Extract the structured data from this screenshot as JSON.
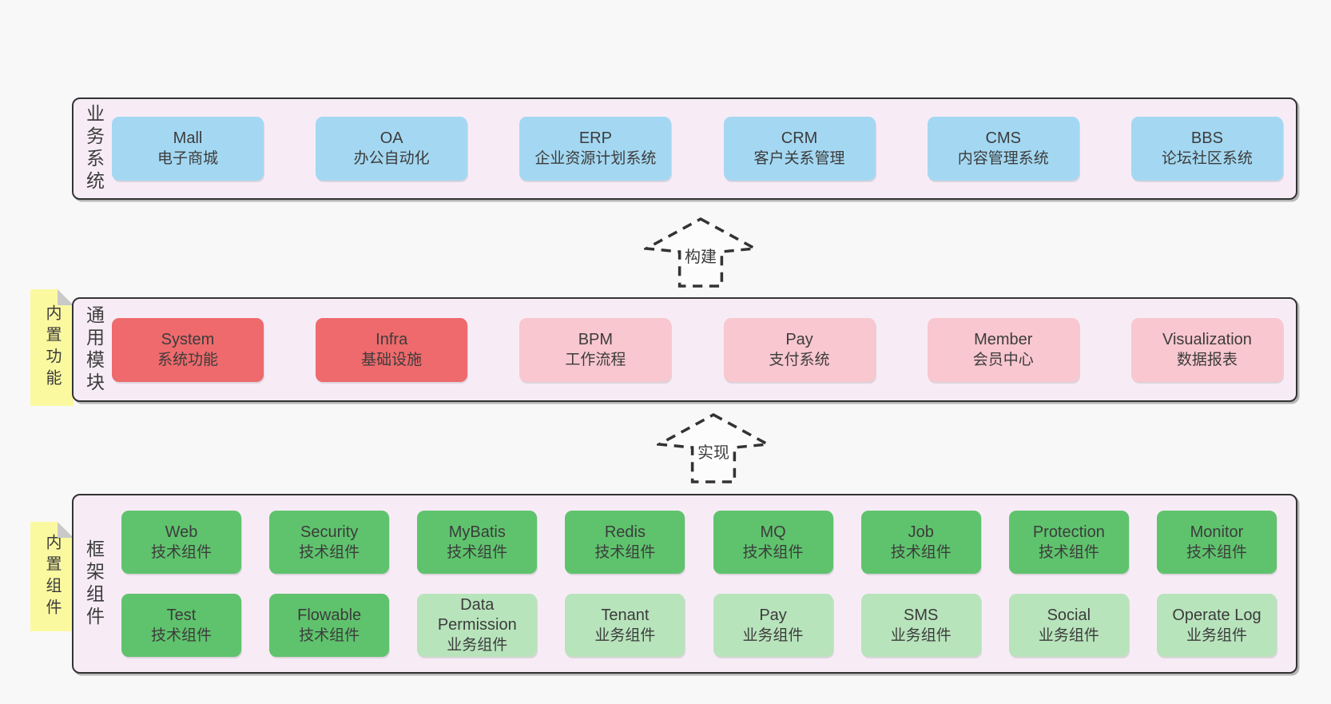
{
  "diagram": {
    "arrows": [
      {
        "label": "构建"
      },
      {
        "label": "实现"
      }
    ],
    "bands": [
      {
        "label": "业务系统",
        "sticky": "",
        "rows": [
          [
            {
              "en": "Mall",
              "cn": "电子商城",
              "color": "blue"
            },
            {
              "en": "OA",
              "cn": "办公自动化",
              "color": "blue"
            },
            {
              "en": "ERP",
              "cn": "企业资源计划系统",
              "color": "blue"
            },
            {
              "en": "CRM",
              "cn": "客户关系管理",
              "color": "blue"
            },
            {
              "en": "CMS",
              "cn": "内容管理系统",
              "color": "blue"
            },
            {
              "en": "BBS",
              "cn": "论坛社区系统",
              "color": "blue"
            }
          ]
        ]
      },
      {
        "label": "通用模块",
        "sticky": "内置功能",
        "rows": [
          [
            {
              "en": "System",
              "cn": "系统功能",
              "color": "red"
            },
            {
              "en": "Infra",
              "cn": "基础设施",
              "color": "red"
            },
            {
              "en": "BPM",
              "cn": "工作流程",
              "color": "pink"
            },
            {
              "en": "Pay",
              "cn": "支付系统",
              "color": "pink"
            },
            {
              "en": "Member",
              "cn": "会员中心",
              "color": "pink"
            },
            {
              "en": "Visualization",
              "cn": "数据报表",
              "color": "pink"
            }
          ]
        ]
      },
      {
        "label": "框架组件",
        "sticky": "内置组件",
        "rows": [
          [
            {
              "en": "Web",
              "cn": "技术组件",
              "color": "green"
            },
            {
              "en": "Security",
              "cn": "技术组件",
              "color": "green"
            },
            {
              "en": "MyBatis",
              "cn": "技术组件",
              "color": "green"
            },
            {
              "en": "Redis",
              "cn": "技术组件",
              "color": "green"
            },
            {
              "en": "MQ",
              "cn": "技术组件",
              "color": "green"
            },
            {
              "en": "Job",
              "cn": "技术组件",
              "color": "green"
            },
            {
              "en": "Protection",
              "cn": "技术组件",
              "color": "green"
            },
            {
              "en": "Monitor",
              "cn": "技术组件",
              "color": "green"
            }
          ],
          [
            {
              "en": "Test",
              "cn": "技术组件",
              "color": "green"
            },
            {
              "en": "Flowable",
              "cn": "技术组件",
              "color": "green"
            },
            {
              "en": "Data Permission",
              "cn": "业务组件",
              "color": "light_green"
            },
            {
              "en": "Tenant",
              "cn": "业务组件",
              "color": "light_green"
            },
            {
              "en": "Pay",
              "cn": "业务组件",
              "color": "light_green"
            },
            {
              "en": "SMS",
              "cn": "业务组件",
              "color": "light_green"
            },
            {
              "en": "Social",
              "cn": "业务组件",
              "color": "light_green"
            },
            {
              "en": "Operate Log",
              "cn": "业务组件",
              "color": "light_green"
            }
          ]
        ]
      }
    ]
  },
  "colors": {
    "page_bg": "#f8f8f8",
    "band_bg": "#f7ecf6",
    "line": "#333333",
    "blue": "#a4d8f2",
    "red": "#ee6a6c",
    "pink": "#f9c7cf",
    "green": "#5fc36d",
    "light_green": "#b8e4bc",
    "sticky_bg": "#fbf9a0",
    "sticky_fold": "#c9c9c9"
  }
}
